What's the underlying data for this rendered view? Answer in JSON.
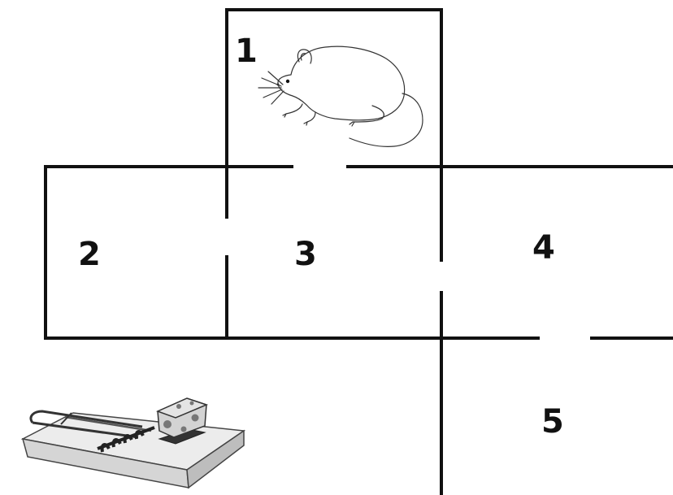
{
  "diagram": {
    "rooms": [
      {
        "id": "room-1",
        "label": "1"
      },
      {
        "id": "room-2",
        "label": "2"
      },
      {
        "id": "room-3",
        "label": "3"
      },
      {
        "id": "room-4",
        "label": "4"
      },
      {
        "id": "room-5",
        "label": "5"
      }
    ],
    "illustrations": [
      "mouse-icon",
      "mousetrap-icon",
      "cheese-icon"
    ],
    "colors": {
      "wall": "#111111",
      "background": "#ffffff",
      "trap_base": "#e6e6e6",
      "cheese": "#d0d0d0"
    }
  }
}
